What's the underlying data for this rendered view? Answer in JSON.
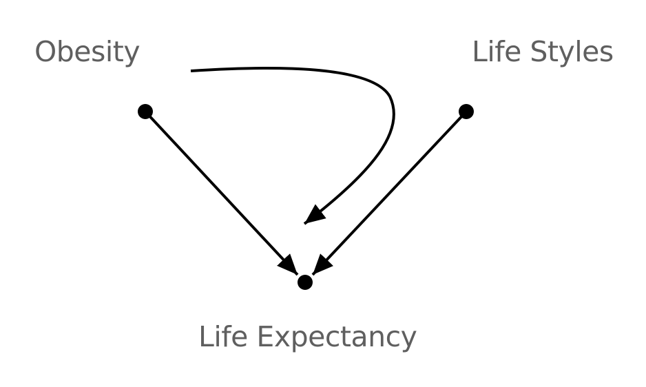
{
  "nodes": {
    "obesity": {
      "label": "Obesity"
    },
    "life_styles": {
      "label": "Life Styles"
    },
    "life_expectancy": {
      "label": "Life Expectancy"
    }
  },
  "edges": [
    {
      "from": "Obesity",
      "to": "Life Expectancy",
      "style": "straight arrow"
    },
    {
      "from": "Life Styles",
      "to": "Life Expectancy",
      "style": "straight arrow"
    },
    {
      "from": "Obesity",
      "to": "Life Expectancy",
      "style": "curved arrow"
    }
  ],
  "colors": {
    "label": "#5f5f5f",
    "stroke": "#000000",
    "background": "#ffffff"
  }
}
